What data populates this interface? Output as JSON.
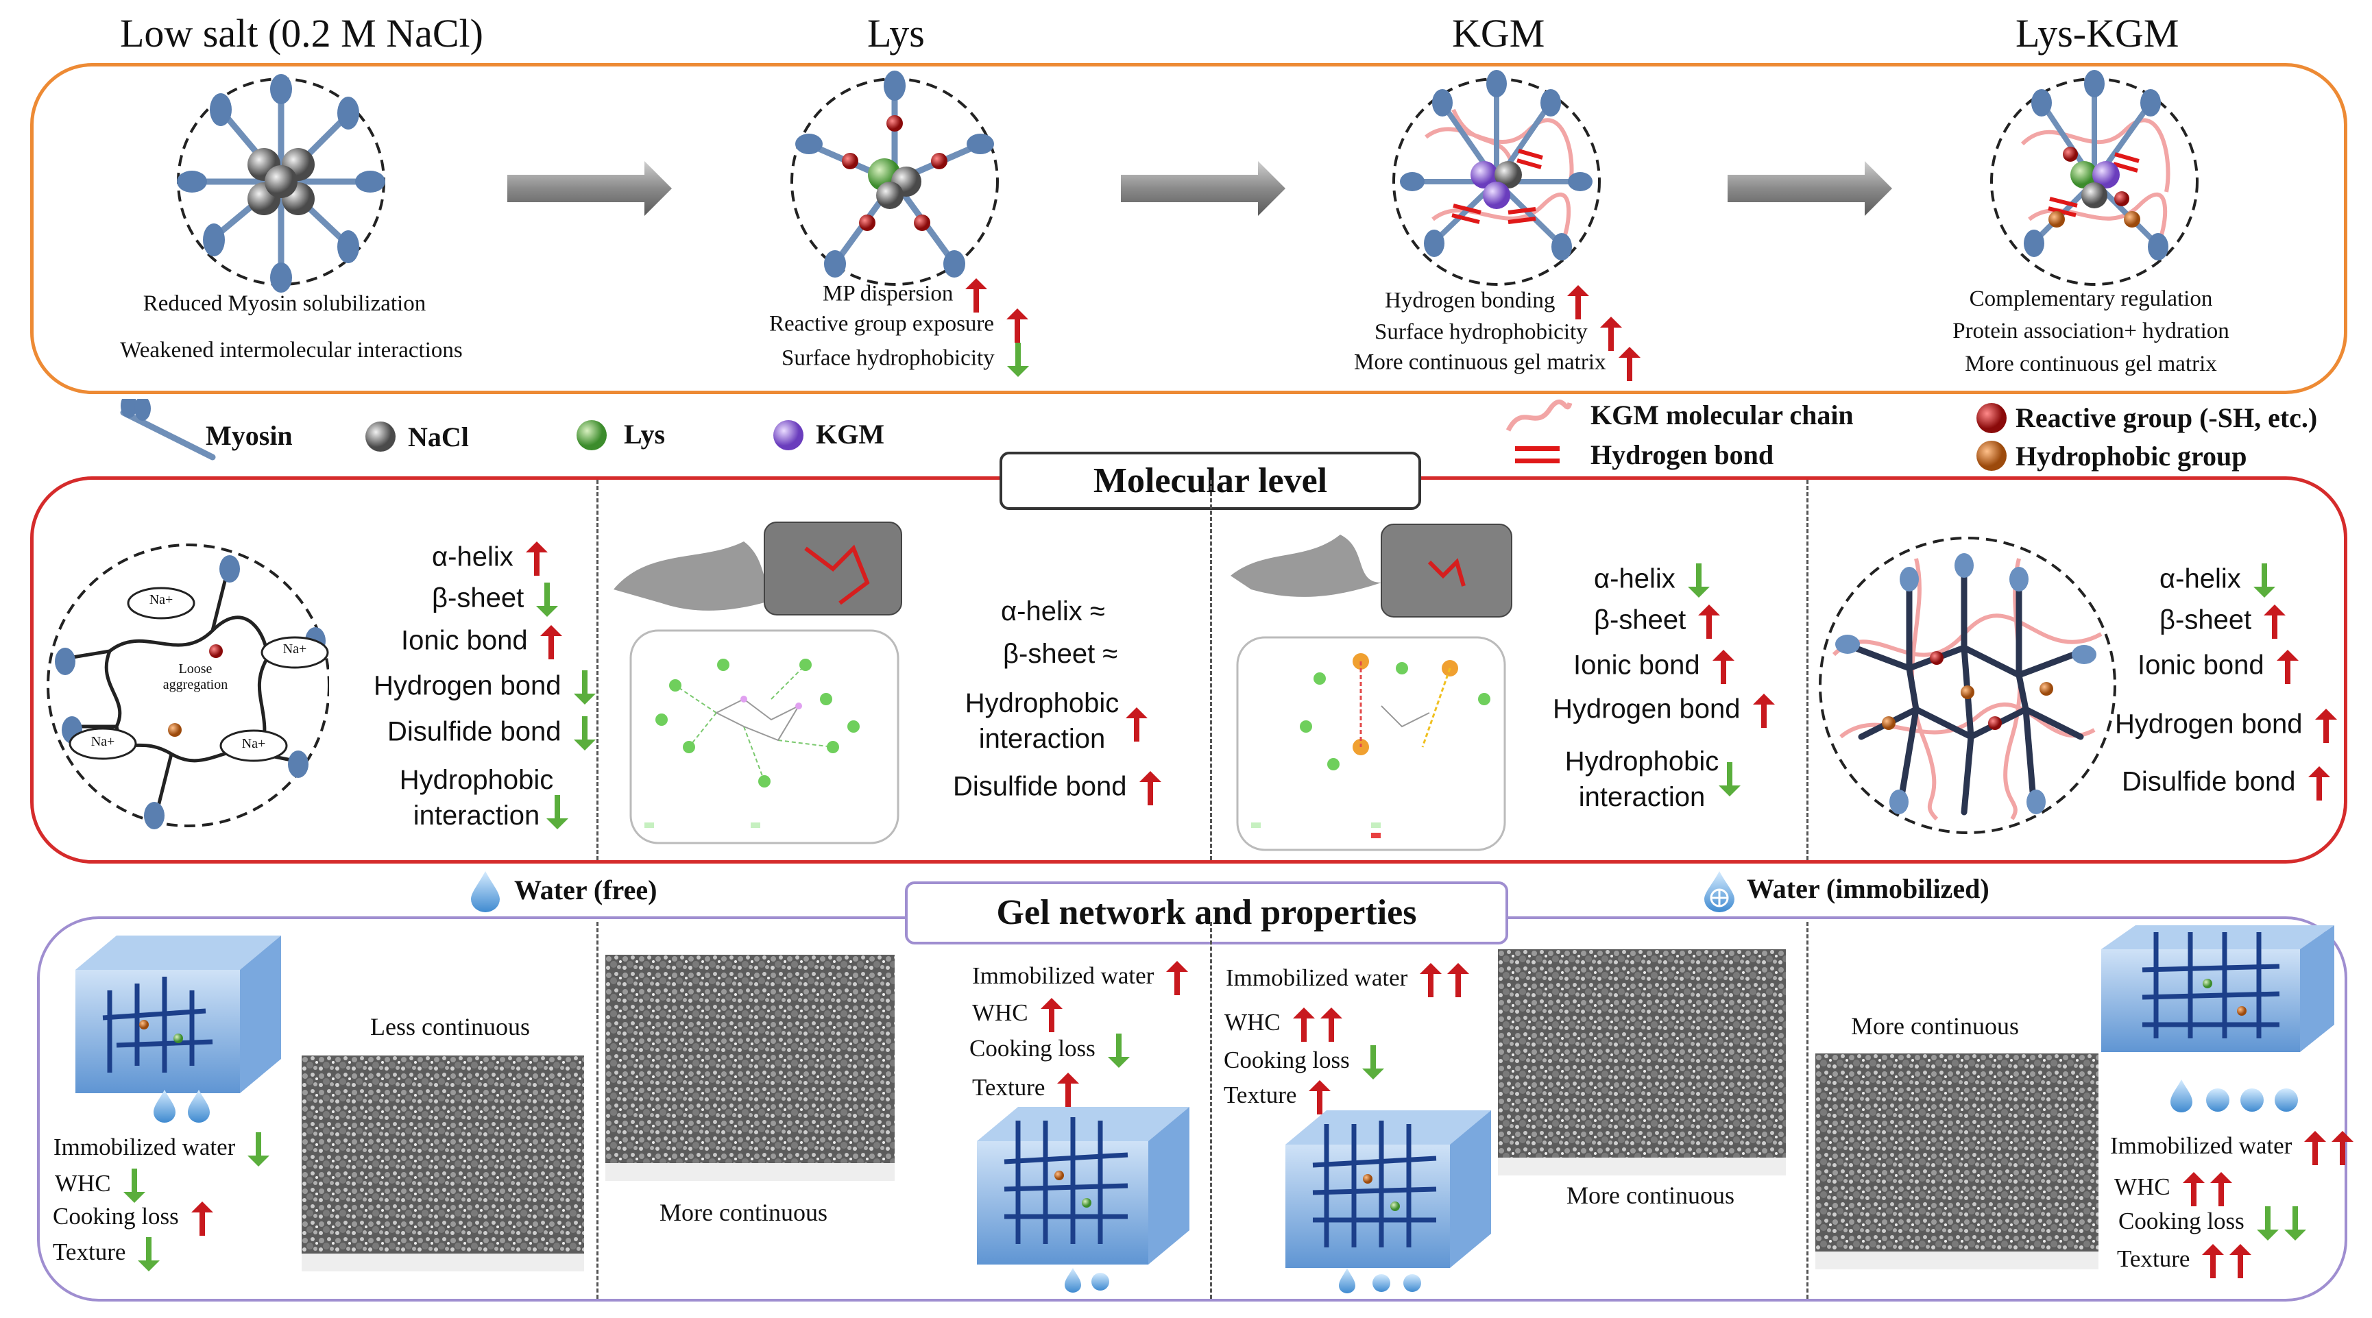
{
  "headers": {
    "low_salt": "Low salt (0.2 M NaCl)",
    "lys": "Lys",
    "kgm": "KGM",
    "lys_kgm": "Lys-KGM"
  },
  "top_panel": {
    "low_salt_captions": [
      "Reduced Myosin solubilization",
      "Weakened  intermolecular interactions"
    ],
    "lys_captions": [
      {
        "text": "MP dispersion",
        "trend": "up"
      },
      {
        "text": "Reactive group exposure",
        "trend": "up"
      },
      {
        "text": "Surface hydrophobicity",
        "trend": "down"
      }
    ],
    "kgm_captions": [
      {
        "text": "Hydrogen bonding",
        "trend": "up"
      },
      {
        "text": "Surface hydrophobicity",
        "trend": "up"
      },
      {
        "text": "More continuous gel matrix",
        "trend": "up"
      }
    ],
    "lys_kgm_captions": [
      "Complementary regulation",
      "Protein association+ hydration",
      "More continuous gel matrix"
    ]
  },
  "legend": {
    "myosin": "Myosin",
    "nacl": "NaCl",
    "lys": "Lys",
    "kgm": "KGM",
    "kgm_chain": "KGM molecular chain",
    "hydrogen_bond": "Hydrogen bond",
    "reactive_group": "Reactive group (-SH, etc.)",
    "hydrophobic_group": "Hydrophobic group"
  },
  "molecular_level": {
    "title": "Molecular level",
    "diagram_labels": {
      "na1": "Na+",
      "na2": "Na+",
      "na3": "Na+",
      "na4": "Na+",
      "loose": "Loose aggregation"
    },
    "col1": [
      {
        "text": "α-helix",
        "trend": "up"
      },
      {
        "text": "β-sheet",
        "trend": "down"
      },
      {
        "text": "Ionic bond",
        "trend": "up"
      },
      {
        "text": "Hydrogen bond",
        "trend": "down"
      },
      {
        "text": "Disulfide bond",
        "trend": "down"
      },
      {
        "text": "Hydrophobic interaction",
        "trend": "down"
      }
    ],
    "col2": [
      {
        "text": "α-helix ≈",
        "trend": "none"
      },
      {
        "text": "β-sheet ≈",
        "trend": "none"
      },
      {
        "text": "Hydrophobic interaction",
        "trend": "up"
      },
      {
        "text": "Disulfide bond",
        "trend": "up"
      }
    ],
    "col3": [
      {
        "text": "α-helix",
        "trend": "down"
      },
      {
        "text": "β-sheet",
        "trend": "up"
      },
      {
        "text": "Ionic bond",
        "trend": "up"
      },
      {
        "text": "Hydrogen bond",
        "trend": "up"
      },
      {
        "text": "Hydrophobic interaction",
        "trend": "down"
      }
    ],
    "col4": [
      {
        "text": "α-helix",
        "trend": "down"
      },
      {
        "text": "β-sheet",
        "trend": "up"
      },
      {
        "text": "Ionic bond",
        "trend": "up"
      },
      {
        "text": "Hydrogen bond",
        "trend": "up"
      },
      {
        "text": "Disulfide bond",
        "trend": "up"
      }
    ]
  },
  "gel": {
    "title": "Gel network and properties",
    "water_free": "Water (free)",
    "water_immobilized": "Water (immobilized)",
    "less_continuous": "Less continuous",
    "more_continuous_1": "More continuous",
    "more_continuous_2": "More continuous",
    "more_continuous_3": "More continuous",
    "col1_props": [
      {
        "text": "Immobilized  water",
        "trend": "down"
      },
      {
        "text": "WHC",
        "trend": "down"
      },
      {
        "text": "Cooking loss",
        "trend": "up"
      },
      {
        "text": "Texture",
        "trend": "down"
      }
    ],
    "col2_props": [
      {
        "text": "Immobilized  water",
        "trend": "up"
      },
      {
        "text": "WHC",
        "trend": "up"
      },
      {
        "text": "Cooking loss",
        "trend": "down"
      },
      {
        "text": "Texture",
        "trend": "up"
      }
    ],
    "col3_props": [
      {
        "text": "Immobilized  water",
        "trend": "upup"
      },
      {
        "text": "WHC",
        "trend": "upup"
      },
      {
        "text": "Cooking loss",
        "trend": "down"
      },
      {
        "text": "Texture",
        "trend": "up"
      }
    ],
    "col4_props": [
      {
        "text": "Immobilized  water",
        "trend": "upup"
      },
      {
        "text": "WHC",
        "trend": "upup"
      },
      {
        "text": "Cooking loss",
        "trend": "downdown"
      },
      {
        "text": "Texture",
        "trend": "upup"
      }
    ]
  },
  "colors": {
    "orange_border": "#ed8a34",
    "red_border": "#d52b2b",
    "purple_border": "#9f8ed0",
    "arrow_up": "#c8191e",
    "arrow_down": "#5aae3c"
  }
}
